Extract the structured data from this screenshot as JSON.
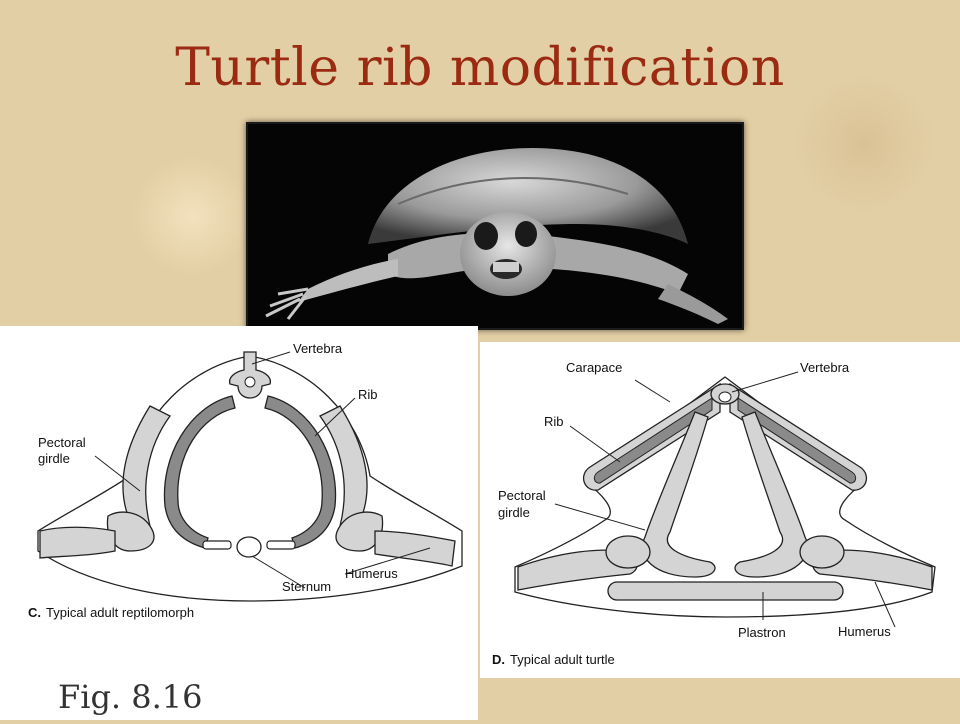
{
  "title": "Turtle rib modification",
  "figure_label": "Fig. 8.16",
  "panel_c": {
    "letter": "C.",
    "caption": "Typical adult reptilomorph",
    "labels": {
      "vertebra": "Vertebra",
      "rib": "Rib",
      "pectoral_girdle_1": "Pectoral",
      "pectoral_girdle_2": "girdle",
      "sternum": "Sternum",
      "humerus": "Humerus"
    }
  },
  "panel_d": {
    "letter": "D.",
    "caption": "Typical adult turtle",
    "labels": {
      "carapace": "Carapace",
      "vertebra": "Vertebra",
      "rib": "Rib",
      "pectoral_girdle_1": "Pectoral",
      "pectoral_girdle_2": "girdle",
      "plastron": "Plastron",
      "humerus": "Humerus"
    }
  },
  "colors": {
    "title": "#9a2a12",
    "bone_light": "#d4d4d4",
    "bone_dark": "#8a8a8a",
    "photo_bg": "#050505"
  }
}
